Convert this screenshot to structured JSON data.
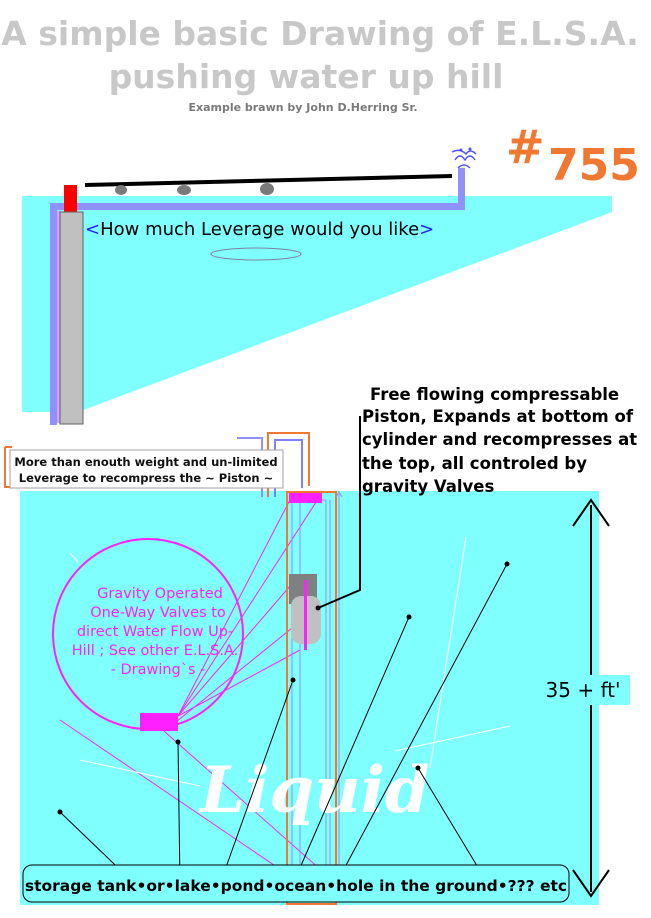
{
  "title_line1": "A simple basic Drawing of E.L.S.A.",
  "title_line2": "pushing water up hill",
  "credit": "Example brawn by John D.Herring Sr.",
  "badge": {
    "hash": "#",
    "number": "755"
  },
  "leverage": {
    "open": "<",
    "text": "How much Leverage would you like",
    "close": ">"
  },
  "piston_note": [
    "Free flowing compressable",
    "Piston, Expands at bottom of",
    "cylinder and recompresses at",
    "the top, all controled by",
    "gravity Valves"
  ],
  "weight_note": [
    "More than enouth weight and un-limited",
    "Leverage to recompress the ~ Piston ~"
  ],
  "valves_note": [
    "Gravity Operated",
    "One-Way Valves to",
    "direct Water Flow Up-",
    "Hill ; See other E.L.S.A.",
    "- Drawing`s -"
  ],
  "height_label": "35 + ft'",
  "liquid_label": "Liquid",
  "storage_label": "storage tank•or•lake•pond•ocean•hole in the ground•??? etc",
  "colors": {
    "water": "#80ffff",
    "magenta": "#ff20ff",
    "orange": "#f07830",
    "pipe_purple": "#8080ff",
    "cylinder_gray": "#c0c0c0"
  }
}
